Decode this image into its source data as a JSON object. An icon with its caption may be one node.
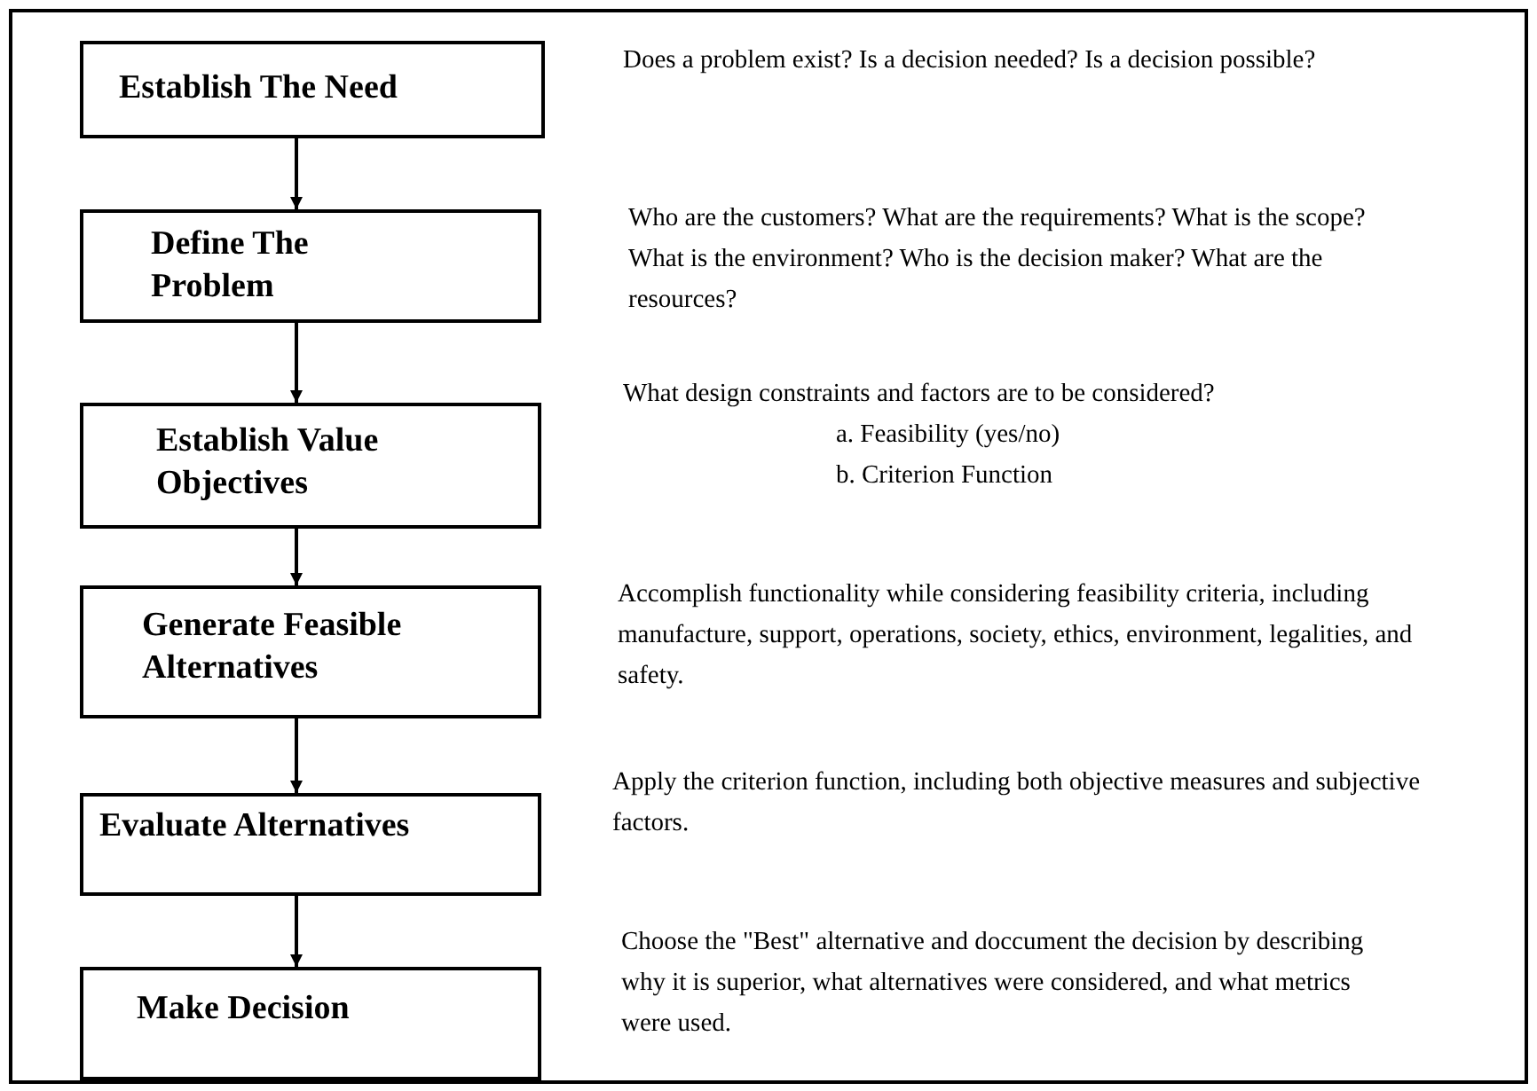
{
  "diagram": {
    "nodes": [
      {
        "text": [
          "Establish The Need"
        ],
        "beside": [
          "Does a problem exist?  Is a decision needed? Is a decision possible?"
        ]
      },
      {
        "text": [
          "Define The Problem"
        ],
        "beside": [
          "Who are the customers?  What are the requirements? What is the scope?  What is the environment? Who is the decision maker?  What are the resources?"
        ]
      },
      {
        "text": [
          "Establish Value Objectives"
        ],
        "beside": [
          "What design constraints and factors are to be considered?",
          "a. Feasibility (yes/no)",
          "b. Criterion Function"
        ]
      },
      {
        "text": [
          "Generate Feasible Alternatives"
        ],
        "beside": [
          "Accomplish functionality while considering feasibility criteria, including manufacture, support, operations, society, ethics, environment, legalities, and safety."
        ]
      },
      {
        "text": [
          "Evaluate Alternatives"
        ],
        "beside": [
          "Apply the criterion function, including both objective measures and subjective factors."
        ]
      },
      {
        "text": [
          "Make Decision"
        ],
        "beside": [
          "Choose the \"Best\" alternative and doccument the decision by describing why it is superior, what alternatives were considered, and what metrics were used."
        ]
      }
    ],
    "edges": [
      {
        "from": 0,
        "to": 1,
        "arrow": "to"
      },
      {
        "from": 1,
        "to": 2,
        "arrow": "to"
      },
      {
        "from": 2,
        "to": 3,
        "arrow": "to"
      },
      {
        "from": 3,
        "to": 4,
        "arrow": "to"
      },
      {
        "from": 4,
        "to": 5,
        "arrow": "to"
      }
    ]
  }
}
